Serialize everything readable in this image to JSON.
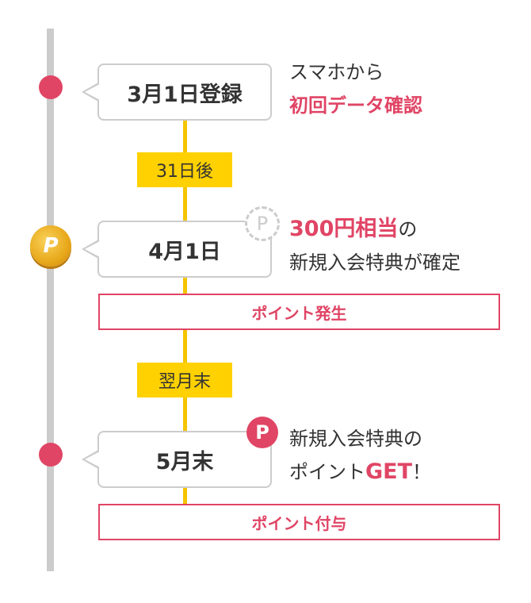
{
  "steps": [
    {
      "date": "3月1日登録",
      "note_line1": "スマホから",
      "note_line2": "初回データ確認"
    },
    {
      "date": "4月1日",
      "note_red": "300円相当",
      "note_suffix": "の",
      "note_line2": "新規入会特典が確定",
      "badge": "ポイント発生"
    },
    {
      "date": "5月末",
      "note_line1": "新規入会特典の",
      "note_prefix": "ポイント",
      "note_red": "GET",
      "note_suffix": "！",
      "badge": "ポイント付与"
    }
  ],
  "intervals": [
    "31日後",
    "翌月末"
  ],
  "point_icon_letter": "P",
  "colors": {
    "accent": "#e04565",
    "yellow": "#ffd100",
    "line": "#cccccc"
  }
}
